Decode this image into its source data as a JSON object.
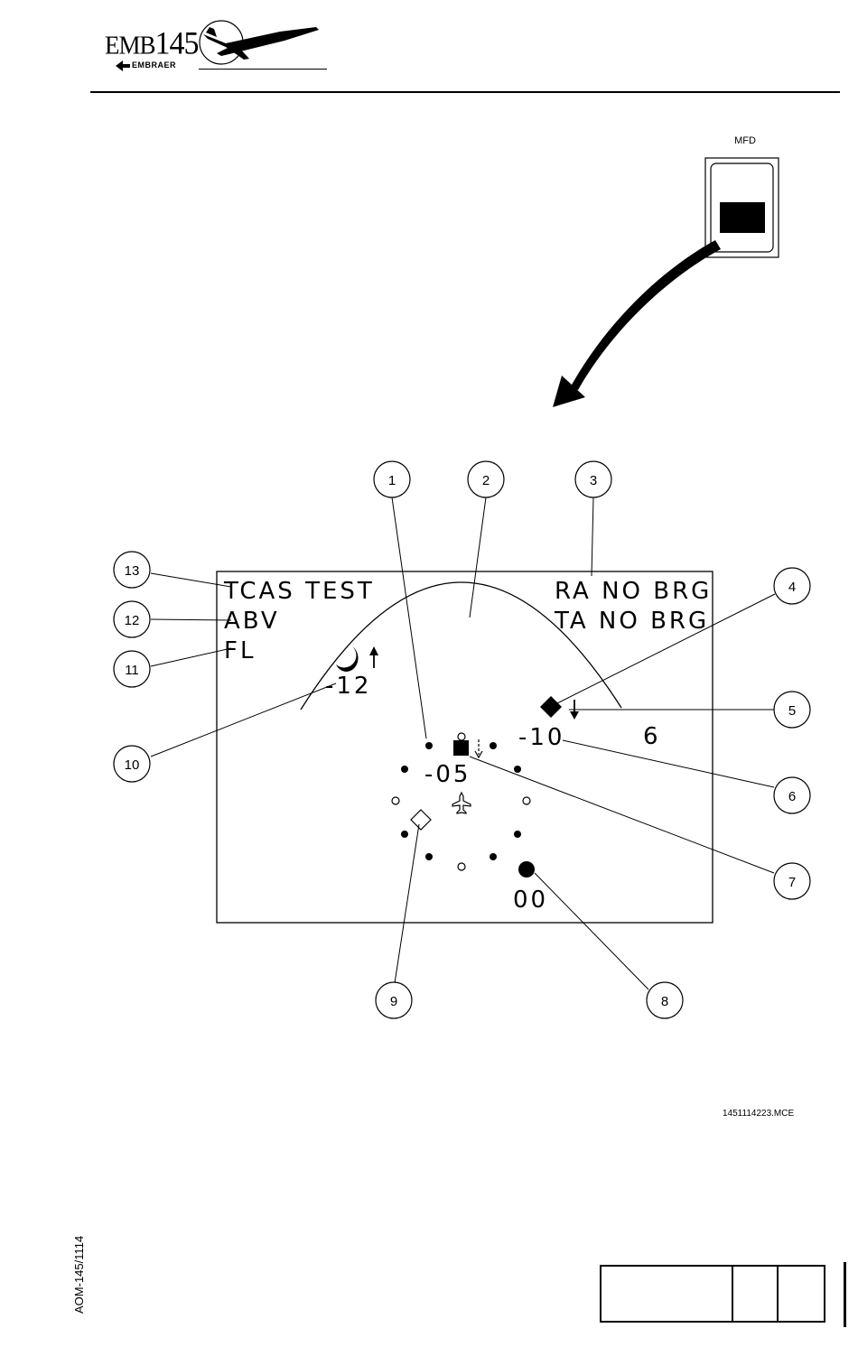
{
  "header": {
    "logo_model_prefix": "EMB",
    "logo_model_number": "145",
    "logo_brand": "EMBRAER"
  },
  "mfd": {
    "label": "MFD"
  },
  "display": {
    "top_left": "TCAS TEST",
    "ra_status": "RA NO BRG",
    "ta_status": "TA NO BRG",
    "mode": "ABV",
    "altitude_mode": "FL",
    "range_label": "6",
    "traffic": [
      {
        "symbol": "half-filled-circle",
        "altitude": "-12",
        "trend": "up"
      },
      {
        "symbol": "filled-diamond",
        "altitude": "-10",
        "trend": "down"
      },
      {
        "symbol": "filled-square",
        "altitude": "-05",
        "trend": "down"
      },
      {
        "symbol": "filled-circle",
        "altitude": "00",
        "trend": "none"
      },
      {
        "symbol": "hollow-diamond",
        "altitude": "",
        "trend": "none"
      }
    ]
  },
  "callouts": [
    "1",
    "2",
    "3",
    "4",
    "5",
    "6",
    "7",
    "8",
    "9",
    "10",
    "11",
    "12",
    "13"
  ],
  "footer": {
    "image_code": "1451114223.MCE",
    "doc_id": "AOM-145/1114"
  }
}
